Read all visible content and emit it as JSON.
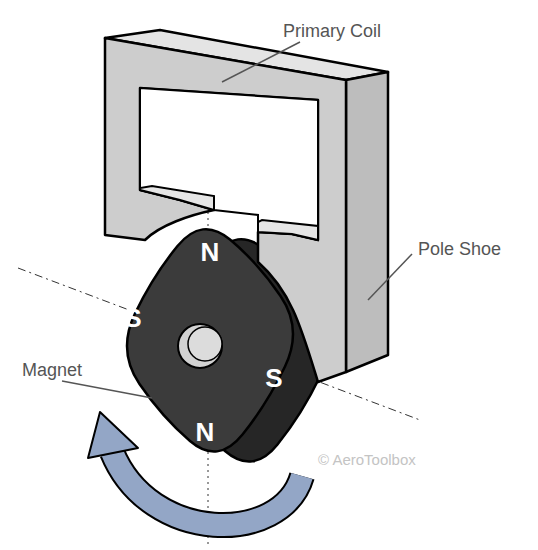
{
  "diagram": {
    "labels": [
      "Primary Coil",
      "Pole Shoe",
      "Magnet",
      "N",
      "S",
      "S",
      "N",
      "© AeroToolbox"
    ]
  }
}
